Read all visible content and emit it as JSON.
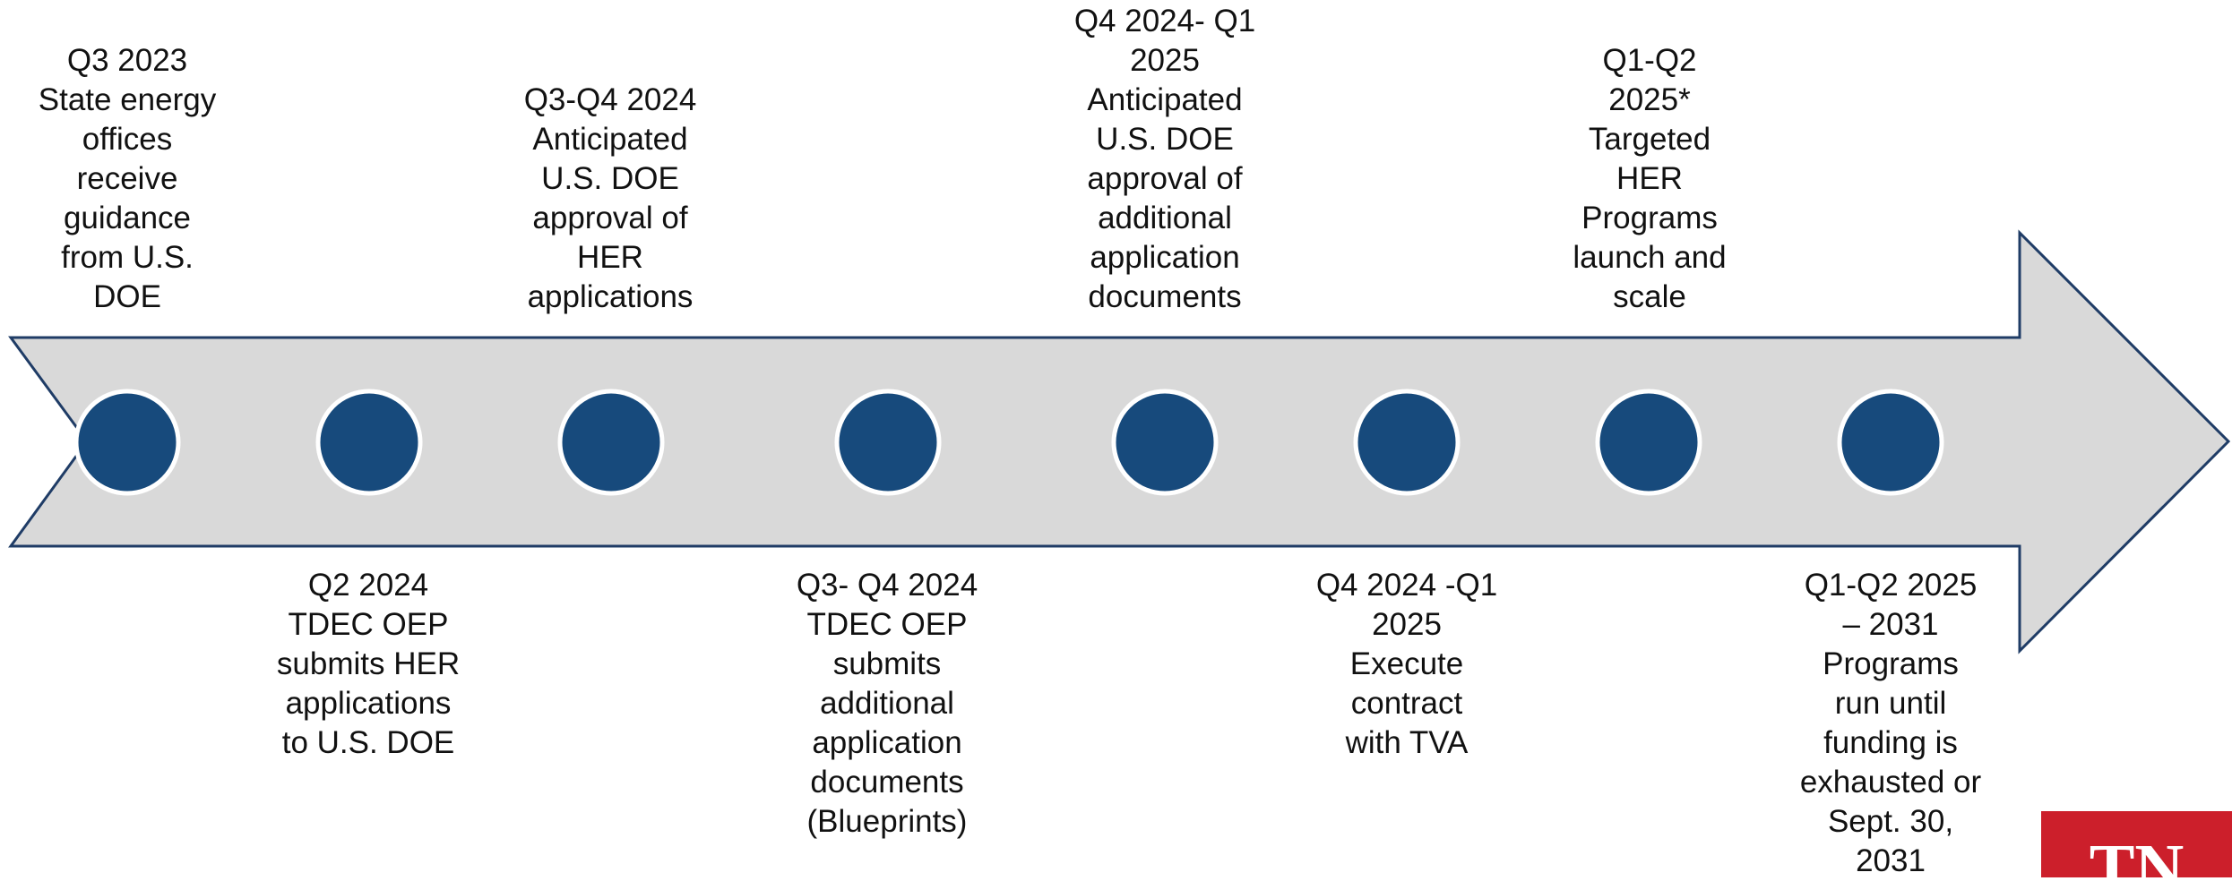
{
  "colors": {
    "arrow_fill": "#d9d9d9",
    "arrow_stroke": "#1f3c66",
    "milestone_fill": "#174a7c",
    "milestone_ring": "#ffffff",
    "logo_fill": "#cc1f2b"
  },
  "milestones_top": [
    {
      "lines": [
        "Q3 2023",
        "State energy",
        "offices",
        "receive",
        "guidance",
        "from U.S.",
        "DOE"
      ]
    },
    {
      "lines": [
        "Q3-Q4 2024",
        "Anticipated",
        "U.S. DOE",
        "approval of",
        "HER",
        "applications"
      ]
    },
    {
      "lines": [
        "Q4 2024- Q1",
        "2025",
        "Anticipated",
        "U.S. DOE",
        "approval of",
        "additional",
        "application",
        "documents"
      ]
    },
    {
      "lines": [
        "Q1-Q2",
        "2025*",
        "Targeted",
        "HER",
        "Programs",
        "launch and",
        "scale"
      ]
    }
  ],
  "milestones_bottom": [
    {
      "lines": [
        "Q2 2024",
        "TDEC OEP",
        "submits HER",
        "applications",
        "to U.S. DOE"
      ]
    },
    {
      "lines": [
        "Q3- Q4 2024",
        "TDEC OEP",
        "submits",
        "additional",
        "application",
        "documents",
        "(Blueprints)"
      ]
    },
    {
      "lines": [
        "Q4 2024 -Q1",
        "2025",
        "Execute",
        "contract",
        "with TVA"
      ]
    },
    {
      "lines": [
        "Q1-Q2 2025",
        "– 2031",
        "Programs",
        "run until",
        "funding is",
        "exhausted or",
        "Sept. 30,",
        "2031"
      ]
    }
  ],
  "logo": {
    "text": "TN"
  }
}
